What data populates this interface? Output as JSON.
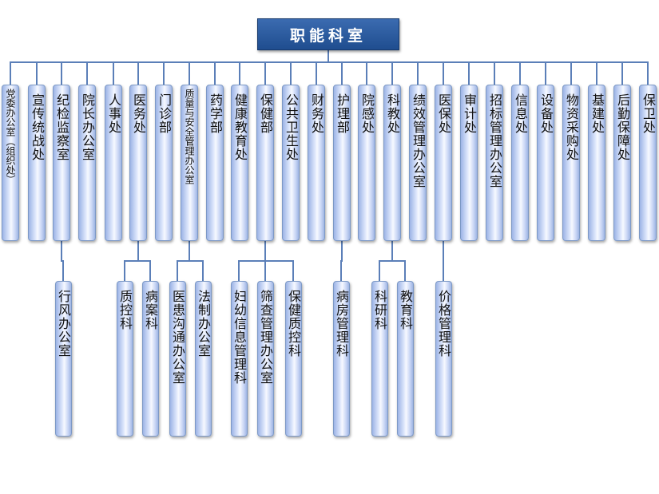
{
  "title": "职能科室",
  "departments": [
    {
      "id": "d1",
      "label": "党委办公室（组织处）"
    },
    {
      "id": "d2",
      "label": "宣传统战处"
    },
    {
      "id": "d3",
      "label": "纪检监察室",
      "children": [
        "行风办公室"
      ]
    },
    {
      "id": "d4",
      "label": "院长办公室"
    },
    {
      "id": "d5",
      "label": "人事处"
    },
    {
      "id": "d6",
      "label": "医务处",
      "children": [
        "质控科",
        "病案科"
      ]
    },
    {
      "id": "d7",
      "label": "门诊部"
    },
    {
      "id": "d8",
      "label": "质量与安全管理办公室",
      "children": [
        "医患沟通办公室",
        "法制办公室"
      ]
    },
    {
      "id": "d9",
      "label": "药学部"
    },
    {
      "id": "d10",
      "label": "健康教育处"
    },
    {
      "id": "d11",
      "label": "保健部",
      "children": [
        "妇幼信息管理科",
        "筛查管理办公室",
        "保健质控科"
      ]
    },
    {
      "id": "d12",
      "label": "公共卫生处"
    },
    {
      "id": "d13",
      "label": "财务处"
    },
    {
      "id": "d14",
      "label": "护理部",
      "children": [
        "病房管理科"
      ]
    },
    {
      "id": "d15",
      "label": "院感处"
    },
    {
      "id": "d16",
      "label": "科教处",
      "children": [
        "科研科",
        "教育科"
      ]
    },
    {
      "id": "d17",
      "label": "绩效管理办公室"
    },
    {
      "id": "d18",
      "label": "医保处",
      "children": [
        "价格管理科"
      ]
    },
    {
      "id": "d19",
      "label": "审计处"
    },
    {
      "id": "d20",
      "label": "招标管理办公室"
    },
    {
      "id": "d21",
      "label": "信息处"
    },
    {
      "id": "d22",
      "label": "设备处"
    },
    {
      "id": "d23",
      "label": "物资采购处"
    },
    {
      "id": "d24",
      "label": "基建处"
    },
    {
      "id": "d25",
      "label": "后勤保障处"
    },
    {
      "id": "d26",
      "label": "保卫处"
    }
  ]
}
